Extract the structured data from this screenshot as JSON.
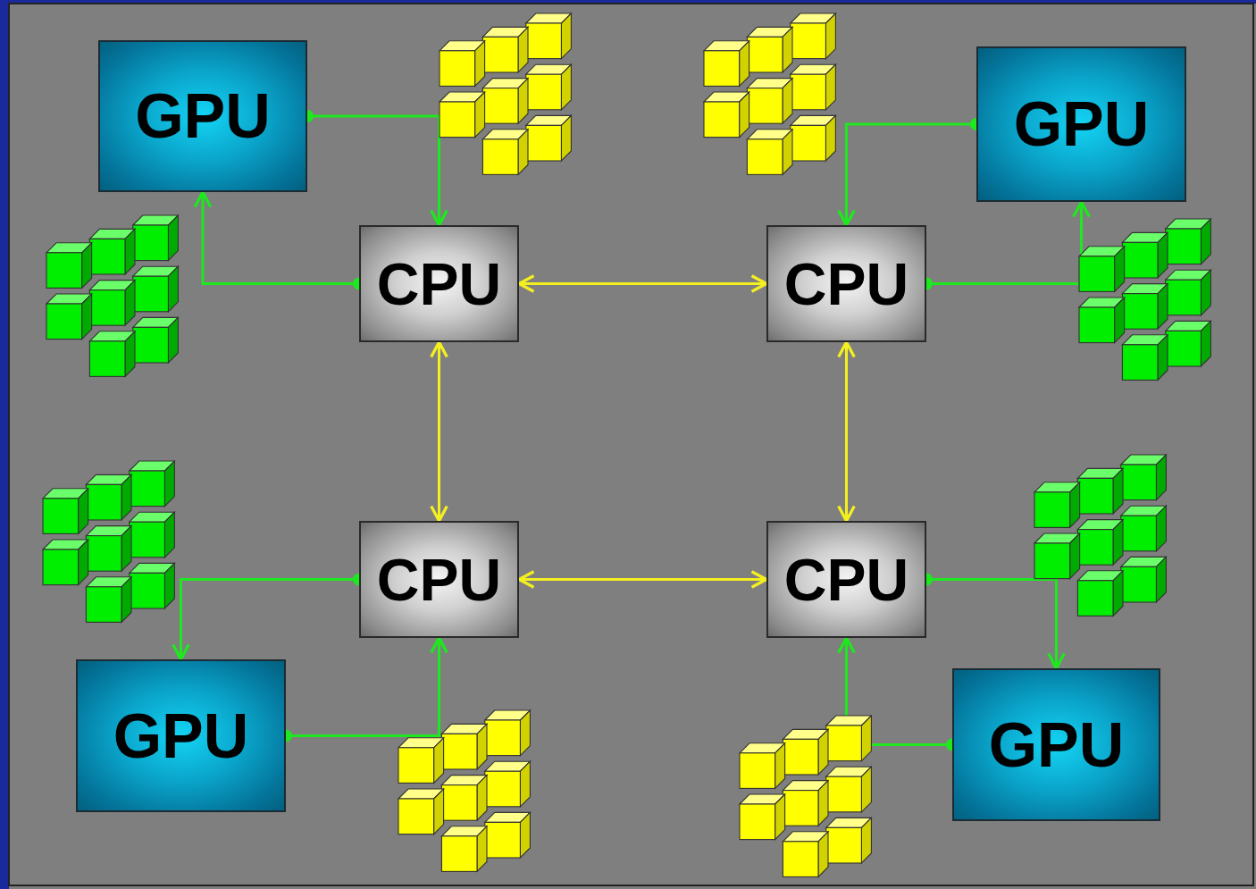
{
  "diagram": {
    "nodes": [
      {
        "text": [
          "GPU"
        ]
      },
      {
        "text": [
          "GPU"
        ]
      },
      {
        "text": [
          "CPU"
        ]
      },
      {
        "text": [
          "CPU"
        ]
      },
      {
        "text": [
          "CPU"
        ]
      },
      {
        "text": [
          "CPU"
        ]
      },
      {
        "text": [
          "GPU"
        ]
      },
      {
        "text": [
          "GPU"
        ]
      }
    ],
    "edges": [
      {
        "from": 0,
        "to": 2,
        "arrow": "to"
      },
      {
        "from": 2,
        "to": 0,
        "arrow": "to"
      },
      {
        "from": 1,
        "to": 3,
        "arrow": "to"
      },
      {
        "from": 3,
        "to": 1,
        "arrow": "to"
      },
      {
        "from": 2,
        "to": 3,
        "arrow": "both"
      },
      {
        "from": 2,
        "to": 4,
        "arrow": "both"
      },
      {
        "from": 3,
        "to": 5,
        "arrow": "both"
      },
      {
        "from": 4,
        "to": 5,
        "arrow": "both"
      },
      {
        "from": 4,
        "to": 6,
        "arrow": "to"
      },
      {
        "from": 6,
        "to": 4,
        "arrow": "to"
      },
      {
        "from": 5,
        "to": 7,
        "arrow": "to"
      },
      {
        "from": 7,
        "to": 5,
        "arrow": "to"
      }
    ]
  }
}
